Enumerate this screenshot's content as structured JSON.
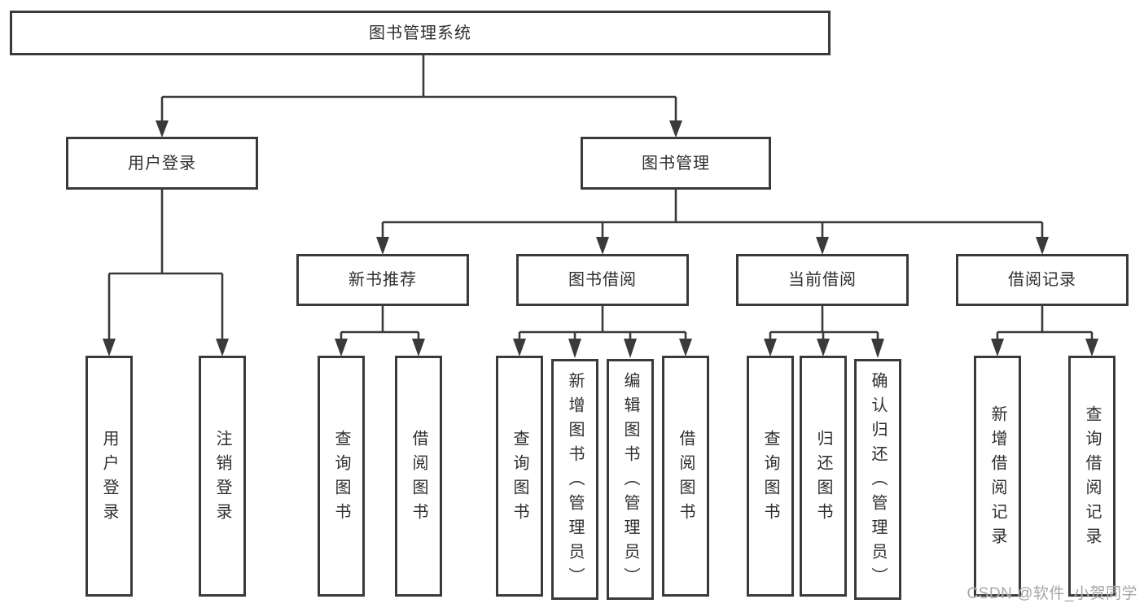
{
  "diagram": {
    "type": "hierarchy-flowchart",
    "colors": {
      "line": "#3a3a3a",
      "box_border": "#3a3a3a",
      "box_fill": "#ffffff",
      "text": "#2e2e2e",
      "watermark_text": "#a6a6a6",
      "background": "#ffffff"
    },
    "nodes": {
      "root": {
        "label": "图书管理系统"
      },
      "login": {
        "label": "用户登录"
      },
      "mgmt": {
        "label": "图书管理"
      },
      "rec": {
        "label": "新书推荐"
      },
      "borrow": {
        "label": "图书借阅"
      },
      "current": {
        "label": "当前借阅"
      },
      "records": {
        "label": "借阅记录"
      },
      "login_login": {
        "label": "用户登录"
      },
      "login_logout": {
        "label": "注销登录"
      },
      "rec_query": {
        "label": "查询图书"
      },
      "rec_borrow": {
        "label": "借阅图书"
      },
      "borrow_query": {
        "label": "查询图书"
      },
      "borrow_add": {
        "label": "新增图书（管理员）"
      },
      "borrow_edit": {
        "label": "编辑图书（管理员）"
      },
      "borrow_borrow": {
        "label": "借阅图书"
      },
      "current_query": {
        "label": "查询图书"
      },
      "current_return": {
        "label": "归还图书"
      },
      "current_confirm": {
        "label": "确认归还（管理员）"
      },
      "records_add": {
        "label": "新增借阅记录"
      },
      "records_query": {
        "label": "查询借阅记录"
      }
    },
    "edges": [
      "root -> login",
      "root -> mgmt",
      "login -> login_login",
      "login -> login_logout",
      "mgmt -> rec",
      "mgmt -> borrow",
      "mgmt -> current",
      "mgmt -> records",
      "rec -> rec_query",
      "rec -> rec_borrow",
      "borrow -> borrow_query",
      "borrow -> borrow_add",
      "borrow -> borrow_edit",
      "borrow -> borrow_borrow",
      "current -> current_query",
      "current -> current_return",
      "current -> current_confirm",
      "records -> records_add",
      "records -> records_query"
    ],
    "watermark": "CSDN @软件_小贺同学"
  }
}
